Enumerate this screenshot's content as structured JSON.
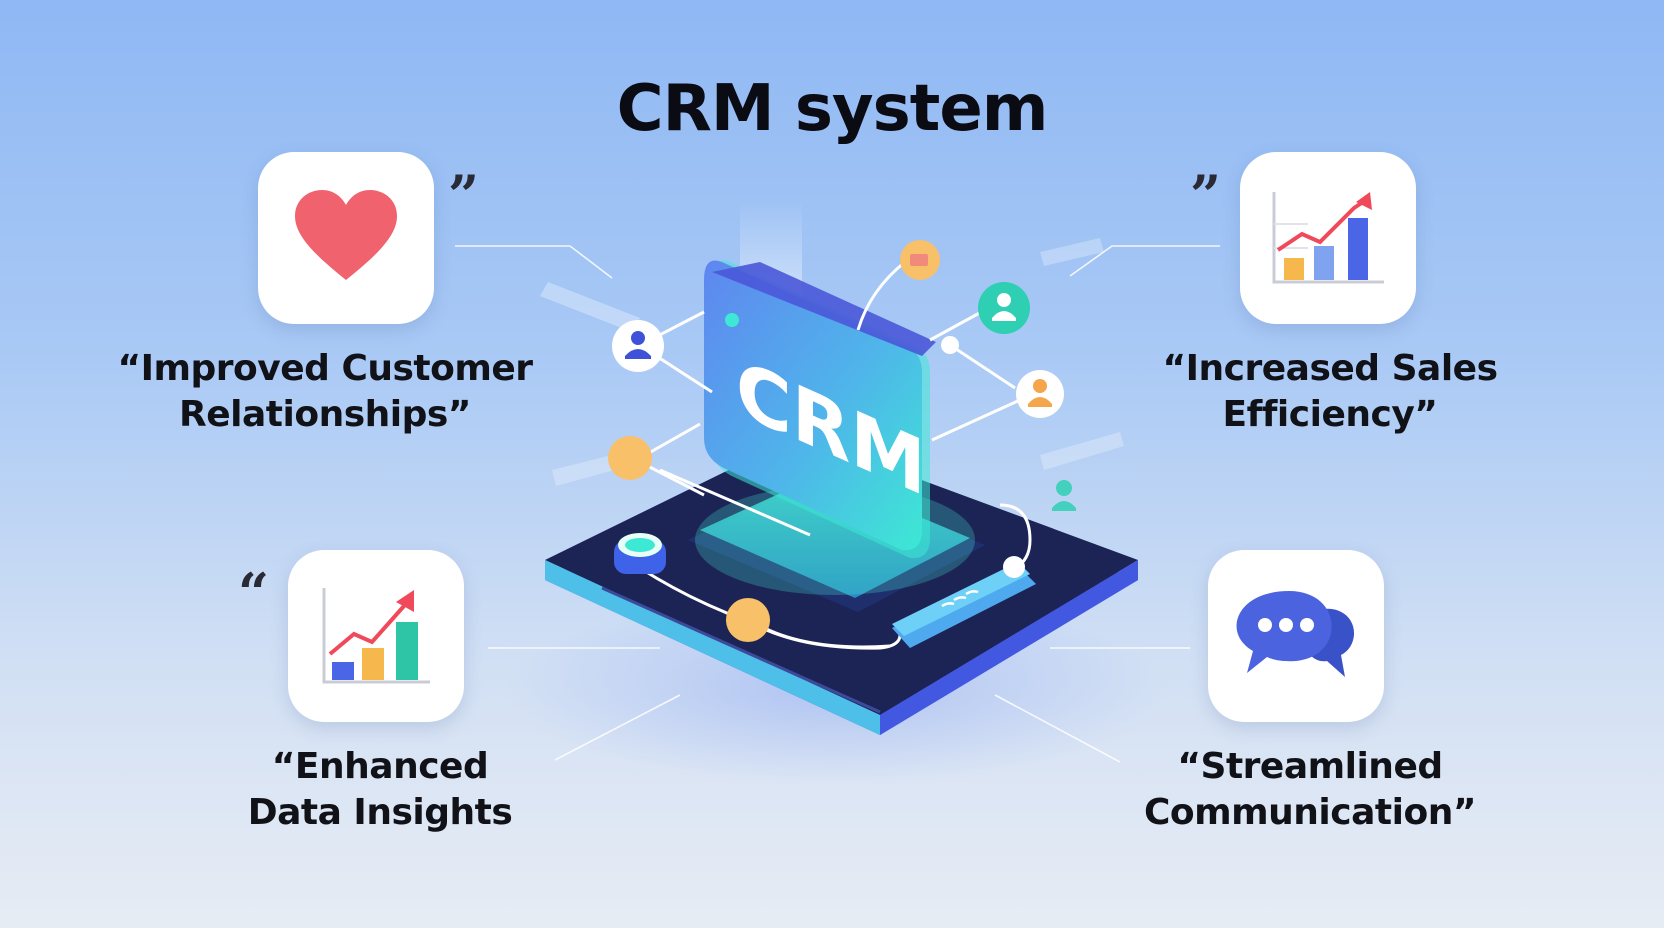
{
  "title": "CRM system",
  "hub": {
    "label": "CRM"
  },
  "features": [
    {
      "line1": "“Improved Customer",
      "line2": "Relationships”",
      "icon": "heart-icon",
      "quote": "”"
    },
    {
      "line1": "“Increased Sales",
      "line2": "Efficiency”",
      "icon": "bar-chart-growth-icon",
      "quote": "”"
    },
    {
      "line1": "“Enhanced",
      "line2": "Data Insights",
      "icon": "bar-chart-growth-icon",
      "quote": "“"
    },
    {
      "line1": "“Streamlined",
      "line2": "Communication”",
      "icon": "chat-bubbles-icon",
      "quote": ""
    }
  ],
  "colors": {
    "heart": "#f0626e",
    "chart_bar_blue": "#4a66e6",
    "chart_bar_orange": "#f6b84c",
    "chart_bar_green": "#2ec4a6",
    "chart_arrow": "#f0495a",
    "chat": "#4c63e0",
    "platform_dark": "#1c2456",
    "platform_edge": "#3f63e8",
    "screen_teal": "#3de8d4",
    "node_orange": "#f8c068"
  }
}
